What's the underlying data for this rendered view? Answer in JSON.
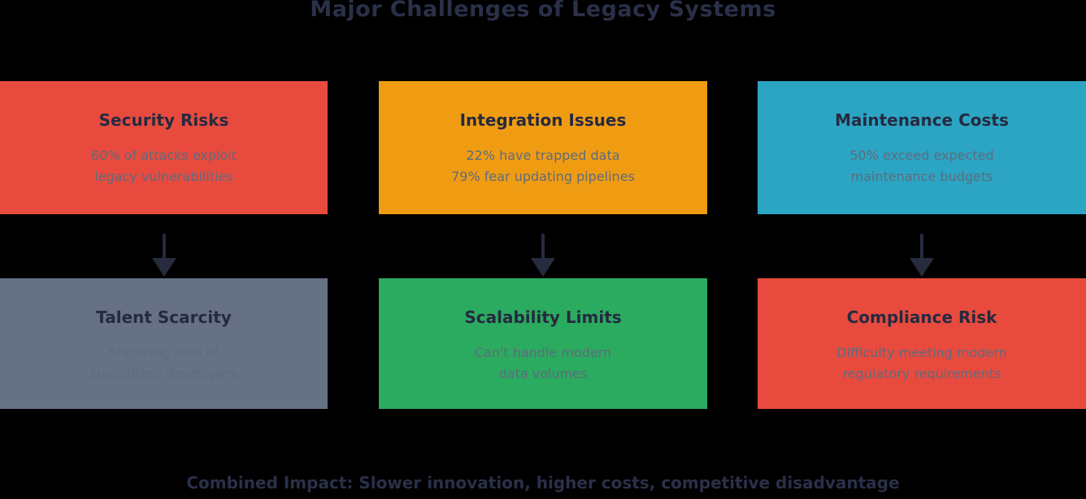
{
  "title": "Major Challenges of Legacy Systems",
  "colors": {
    "background": "#000000",
    "heading_text": "#2b3049",
    "card_title_text": "#252a40",
    "card_subtitle_text": "#5e6b7e",
    "arrow": "#262b3e",
    "red": "#e84b3e",
    "orange": "#f09c13",
    "teal": "#2ba5c3",
    "slate": "#667184",
    "green": "#2bab5f"
  },
  "challenges": [
    {
      "title": "Security Risks",
      "line1": "60% of attacks exploit",
      "line2": "legacy vulnerabilities",
      "color": "#e84b3e"
    },
    {
      "title": "Integration Issues",
      "line1": "22% have trapped data",
      "line2": "79% fear updating pipelines",
      "color": "#f09c13"
    },
    {
      "title": "Maintenance Costs",
      "line1": "50% exceed expected",
      "line2": "maintenance budgets",
      "color": "#2ba5c3"
    },
    {
      "title": "Talent Scarcity",
      "line1": "Shrinking pool of",
      "line2": "specialized developers",
      "color": "#667184"
    },
    {
      "title": "Scalability Limits",
      "line1": "Can't handle modern",
      "line2": "data volumes",
      "color": "#2bab5f"
    },
    {
      "title": "Compliance Risk",
      "line1": "Difficulty meeting modern",
      "line2": "regulatory requirements",
      "color": "#e84b3e"
    }
  ],
  "footer": "Combined Impact: Slower innovation, higher costs, competitive disadvantage"
}
